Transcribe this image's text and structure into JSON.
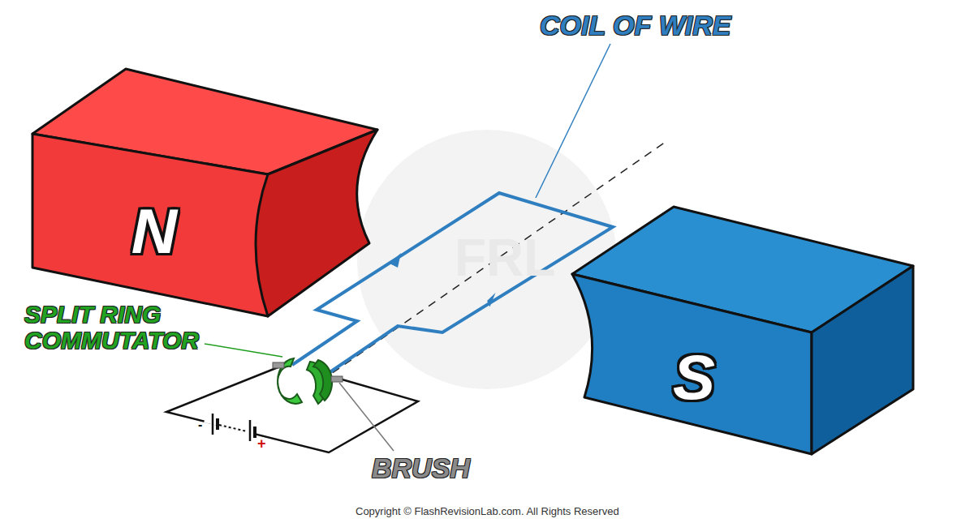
{
  "diagram": {
    "nodes": [
      {
        "text": [
          "N"
        ]
      },
      {
        "text": [
          "S"
        ]
      }
    ],
    "labels": [
      "COIL OF WIRE",
      "SPLIT RING COMMUTATOR",
      "BRUSH",
      "-",
      "+",
      "Copyright © FlashRevisionLab.com. All Rights Reserved",
      "FRL"
    ]
  }
}
